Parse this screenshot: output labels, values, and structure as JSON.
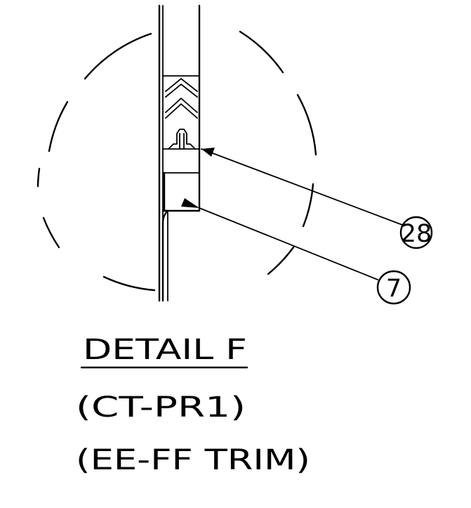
{
  "detail": {
    "title": "DETAIL F",
    "line1": "(CT-PR1)",
    "line2": "(EE-FF TRIM)"
  },
  "callouts": [
    {
      "label": "28"
    },
    {
      "label": "7"
    }
  ]
}
